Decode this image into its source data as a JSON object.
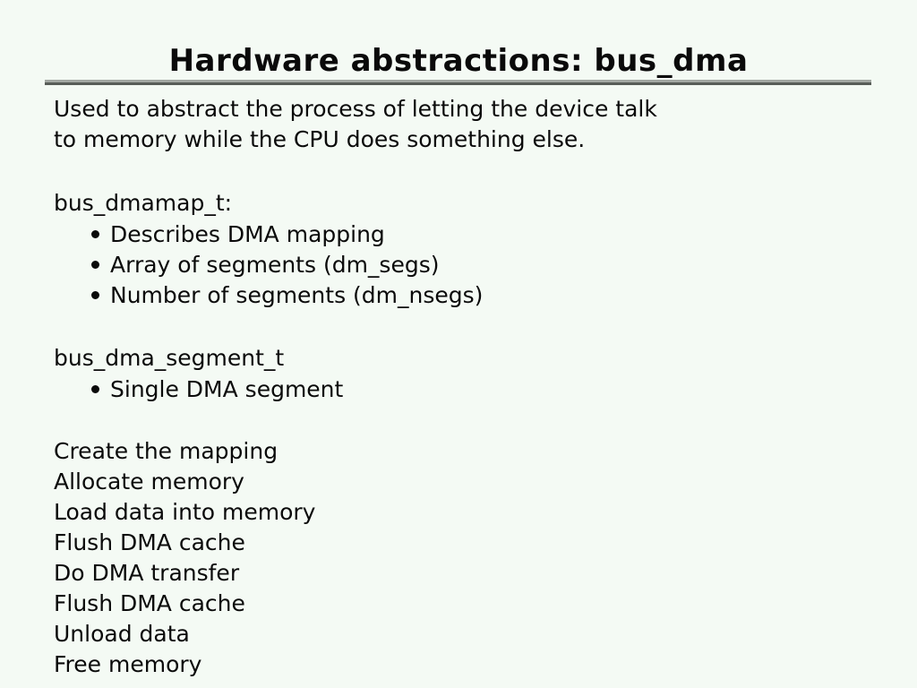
{
  "page": {
    "background_color": "#f4faf4",
    "text_color": "#0a0a0a",
    "divider_top_color": "#a2a7a2",
    "divider_bottom_color": "#585d58"
  },
  "title": {
    "text": "Hardware abstractions: bus_dma"
  },
  "content": {
    "intro_lines": [
      "Used to abstract the process of letting the device talk",
      "to memory while the CPU does something else."
    ],
    "sections": [
      {
        "heading": "bus_dmamap_t:",
        "bullets": [
          "Describes DMA mapping",
          "Array of segments (dm_segs)",
          "Number of segments (dm_nsegs)"
        ]
      },
      {
        "heading": "bus_dma_segment_t",
        "bullets": [
          "Single DMA segment"
        ]
      }
    ],
    "steps": [
      "Create the mapping",
      "Allocate memory",
      "Load data into memory",
      "Flush DMA cache",
      "Do DMA transfer",
      "Flush DMA cache",
      "Unload data",
      "Free memory"
    ]
  }
}
